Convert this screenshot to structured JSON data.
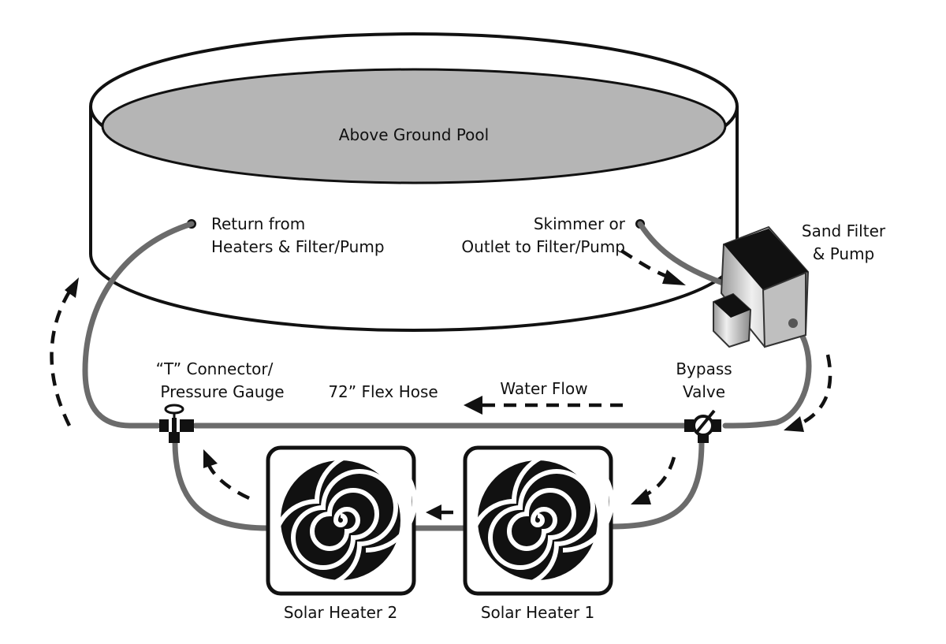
{
  "labels": {
    "pool": "Above Ground Pool",
    "return_line1": "Return from",
    "return_line2": "Heaters & Filter/Pump",
    "skimmer_line1": "Skimmer or",
    "skimmer_line2": "Outlet to Filter/Pump",
    "filter_line1": "Sand Filter",
    "filter_line2": "& Pump",
    "t_connector_line1": "“T” Connector/",
    "t_connector_line2": "Pressure Gauge",
    "flex_hose": "72” Flex Hose",
    "water_flow": "Water Flow",
    "bypass_line1": "Bypass",
    "bypass_line2": "Valve",
    "heater2": "Solar Heater 2",
    "heater1": "Solar Heater 1"
  },
  "colors": {
    "pool_water": "#b5b5b5",
    "pipe": "#6b6b6b",
    "outline": "#111111",
    "pump_body": "#d4d4d4"
  },
  "icons": {
    "t_connector": "t-connector-gauge-icon",
    "bypass_valve": "bypass-valve-icon",
    "sand_filter": "sand-filter-pump-icon",
    "solar_heater": "spiral-coil-icon"
  }
}
